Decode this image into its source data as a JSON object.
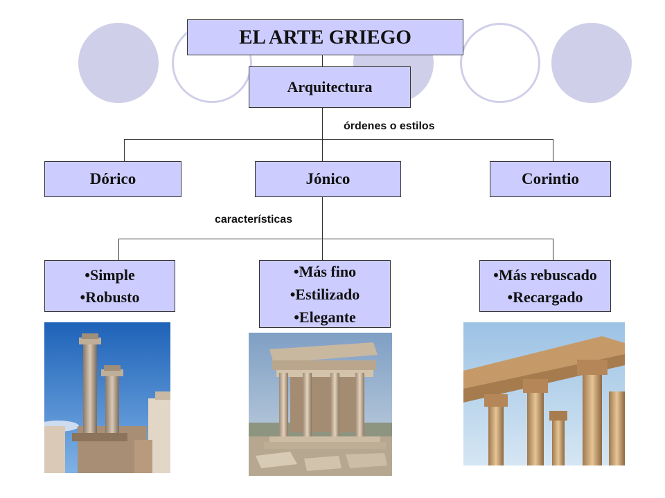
{
  "title": "EL ARTE GRIEGO",
  "branch": "Arquitectura",
  "labels": {
    "orders": "órdenes o estilos",
    "features": "características"
  },
  "orders": [
    "Dórico",
    "Jónico",
    "Corintio"
  ],
  "features": {
    "doric": [
      "•Simple",
      "•Robusto"
    ],
    "ionic": [
      "•Más fino",
      "•Estilizado",
      "•Elegante"
    ],
    "corinthian": [
      "•Más rebuscado",
      "•Recargado"
    ]
  },
  "colors": {
    "box_fill": "#ccccff",
    "circle": "#cfcfe9",
    "line": "#333333"
  }
}
